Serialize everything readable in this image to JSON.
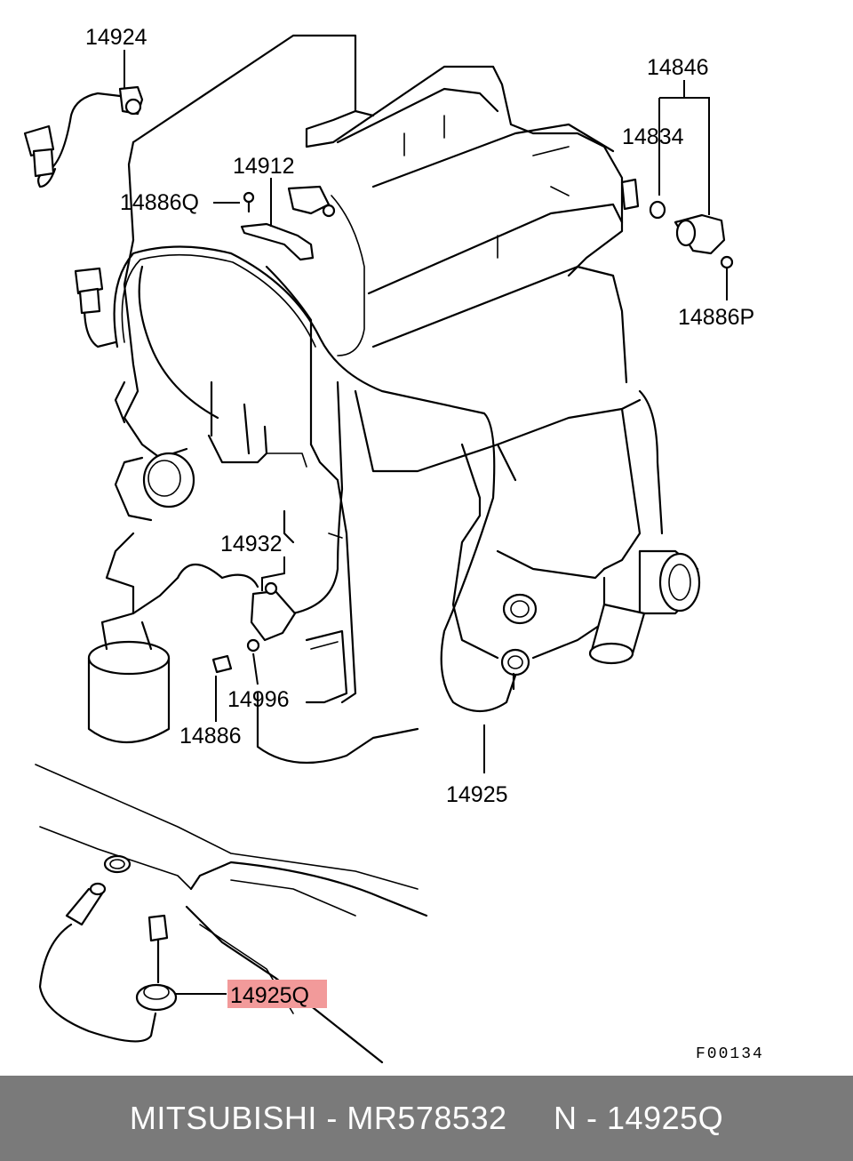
{
  "diagram": {
    "labels": {
      "p14924": "14924",
      "p14846": "14846",
      "p14834": "14834",
      "p14912": "14912",
      "p14886Q": "14886Q",
      "p14886P": "14886P",
      "p14932": "14932",
      "p14996": "14996",
      "p14886": "14886",
      "p14925": "14925",
      "p14925Q": "14925Q"
    },
    "figure_code": "F00134",
    "highlight_color": "#f29a9a"
  },
  "footer": {
    "text": "MITSUBISHI - MR578532     N - 14925Q",
    "background": "#7a7a7a",
    "text_color": "#ffffff"
  }
}
